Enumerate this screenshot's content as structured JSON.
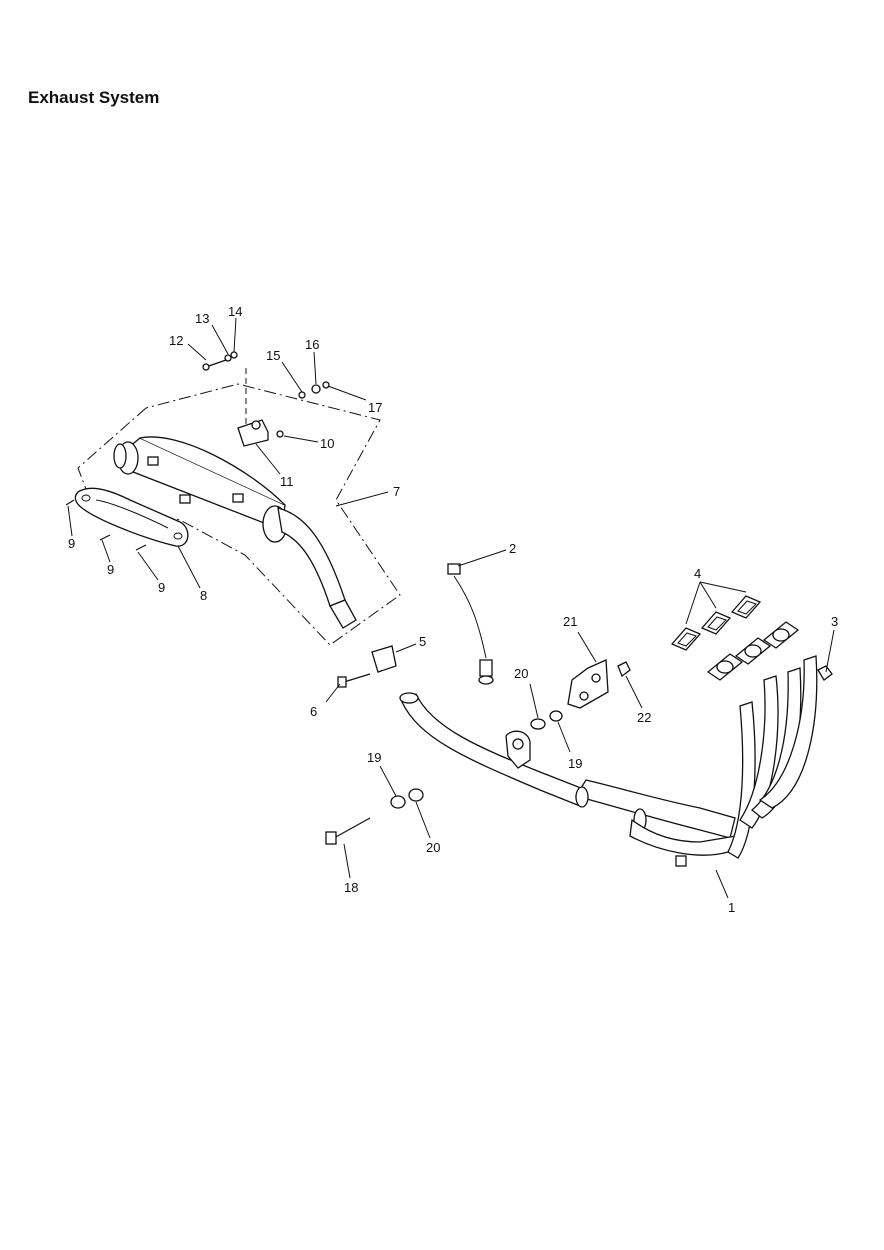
{
  "title": "Exhaust System",
  "callouts": [
    {
      "id": "c1",
      "text": "1"
    },
    {
      "id": "c2",
      "text": "2"
    },
    {
      "id": "c3",
      "text": "3"
    },
    {
      "id": "c4",
      "text": "4"
    },
    {
      "id": "c5",
      "text": "5"
    },
    {
      "id": "c6",
      "text": "6"
    },
    {
      "id": "c7",
      "text": "7"
    },
    {
      "id": "c8",
      "text": "8"
    },
    {
      "id": "c9a",
      "text": "9"
    },
    {
      "id": "c9b",
      "text": "9"
    },
    {
      "id": "c9c",
      "text": "9"
    },
    {
      "id": "c10",
      "text": "10"
    },
    {
      "id": "c11",
      "text": "11"
    },
    {
      "id": "c12",
      "text": "12"
    },
    {
      "id": "c13",
      "text": "13"
    },
    {
      "id": "c14",
      "text": "14"
    },
    {
      "id": "c15",
      "text": "15"
    },
    {
      "id": "c16",
      "text": "16"
    },
    {
      "id": "c17",
      "text": "17"
    },
    {
      "id": "c18",
      "text": "18"
    },
    {
      "id": "c19a",
      "text": "19"
    },
    {
      "id": "c19b",
      "text": "19"
    },
    {
      "id": "c20a",
      "text": "20"
    },
    {
      "id": "c20b",
      "text": "20"
    },
    {
      "id": "c21",
      "text": "21"
    },
    {
      "id": "c22",
      "text": "22"
    }
  ]
}
